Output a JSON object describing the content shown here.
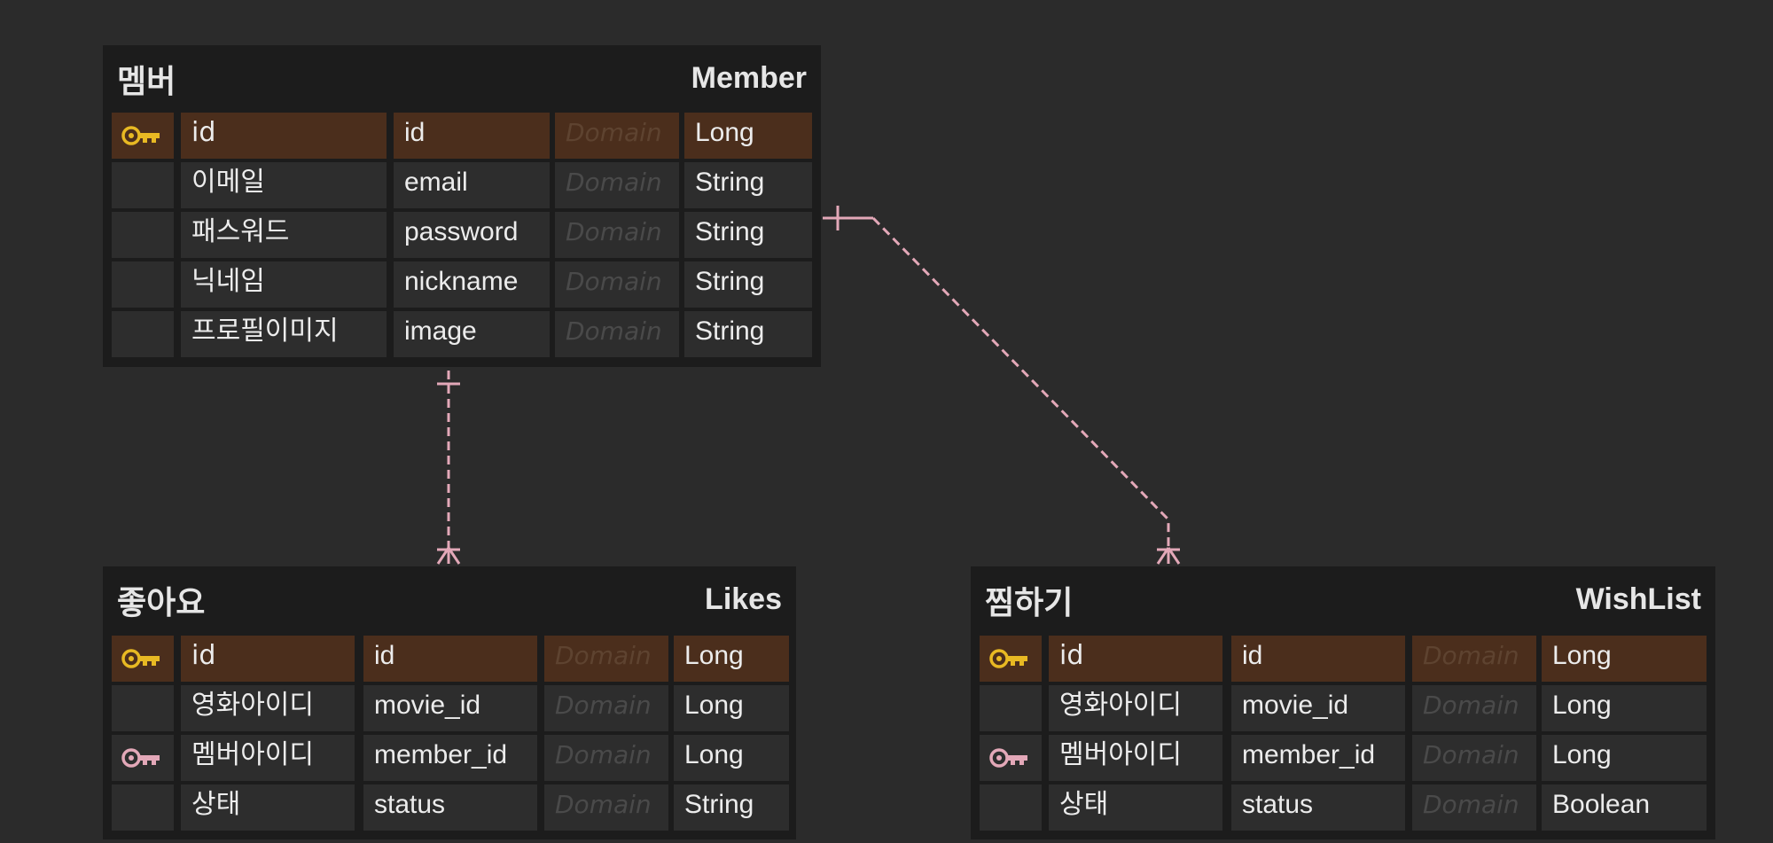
{
  "colors": {
    "background": "#2b2b2b",
    "entity_bg": "#1c1c1c",
    "cell_bg": "#2d2d2d",
    "pk_row_bg": "#4b2e1c",
    "pk_icon": "#e8b923",
    "fk_icon": "#e3a8b8",
    "relationship_line": "#e3a8b8"
  },
  "entities": [
    {
      "logical": "멤버",
      "physical": "Member",
      "columns": [
        {
          "key": "pk",
          "key_icon": "key-icon",
          "logical": "id",
          "physical": "id",
          "domain": "Domain",
          "type": "Long"
        },
        {
          "key": "",
          "logical": "이메일",
          "physical": "email",
          "domain": "Domain",
          "type": "String"
        },
        {
          "key": "",
          "logical": "패스워드",
          "physical": "password",
          "domain": "Domain",
          "type": "String"
        },
        {
          "key": "",
          "logical": "닉네임",
          "physical": "nickname",
          "domain": "Domain",
          "type": "String"
        },
        {
          "key": "",
          "logical": "프로필이미지",
          "physical": "image",
          "domain": "Domain",
          "type": "String"
        }
      ]
    },
    {
      "logical": "좋아요",
      "physical": "Likes",
      "columns": [
        {
          "key": "pk",
          "key_icon": "key-icon",
          "logical": "id",
          "physical": "id",
          "domain": "Domain",
          "type": "Long"
        },
        {
          "key": "",
          "logical": "영화아이디",
          "physical": "movie_id",
          "domain": "Domain",
          "type": "Long"
        },
        {
          "key": "fk",
          "key_icon": "foreign-key-icon",
          "logical": "멤버아이디",
          "physical": "member_id",
          "domain": "Domain",
          "type": "Long"
        },
        {
          "key": "",
          "logical": "상태",
          "physical": "status",
          "domain": "Domain",
          "type": "String"
        }
      ]
    },
    {
      "logical": "찜하기",
      "physical": "WishList",
      "columns": [
        {
          "key": "pk",
          "key_icon": "key-icon",
          "logical": "id",
          "physical": "id",
          "domain": "Domain",
          "type": "Long"
        },
        {
          "key": "",
          "logical": "영화아이디",
          "physical": "movie_id",
          "domain": "Domain",
          "type": "Long"
        },
        {
          "key": "fk",
          "key_icon": "foreign-key-icon",
          "logical": "멤버아이디",
          "physical": "member_id",
          "domain": "Domain",
          "type": "Long"
        },
        {
          "key": "",
          "logical": "상태",
          "physical": "status",
          "domain": "Domain",
          "type": "Boolean"
        }
      ]
    }
  ],
  "relationships": [
    {
      "from": "Member",
      "to": "Likes",
      "from_cardinality": "one",
      "to_cardinality": "many",
      "line_style": "dashed"
    },
    {
      "from": "Member",
      "to": "WishList",
      "from_cardinality": "one",
      "to_cardinality": "many",
      "line_style": "dashed"
    }
  ]
}
